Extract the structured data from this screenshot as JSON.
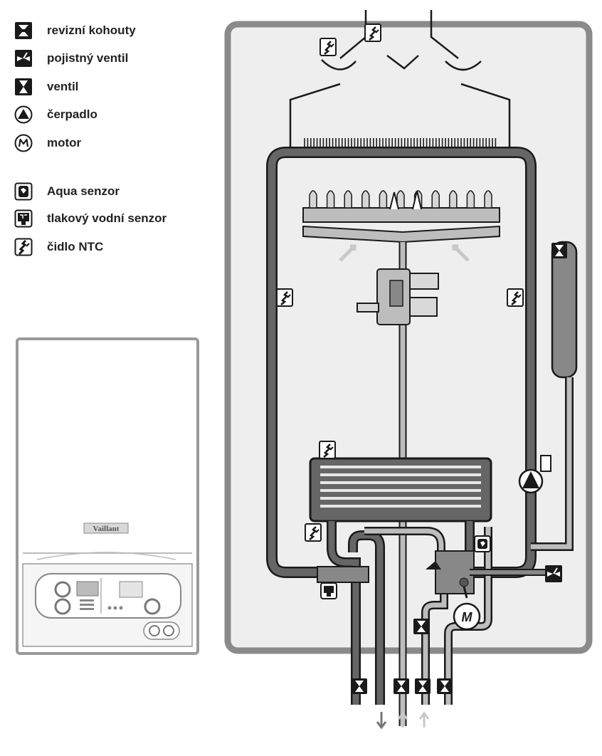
{
  "legend": {
    "items": [
      {
        "icon": "service-valve-icon",
        "label": "revizní kohouty"
      },
      {
        "icon": "safety-valve-icon",
        "label": "pojistný ventil"
      },
      {
        "icon": "valve-icon",
        "label": "ventil"
      },
      {
        "icon": "pump-icon",
        "label": "čerpadlo"
      },
      {
        "icon": "motor-icon",
        "label": "motor"
      },
      {
        "icon": "aqua-sensor-icon",
        "label": "Aqua senzor"
      },
      {
        "icon": "pressure-sensor-icon",
        "label": "tlakový vodní senzor"
      },
      {
        "icon": "ntc-sensor-icon",
        "label": "čidlo NTC"
      }
    ]
  },
  "boiler_front": {
    "brand": "Vaillant"
  },
  "scheme": {
    "motor_letter": "M",
    "colors": {
      "dark_pipe": "#666666",
      "light_pipe": "#bdbdbd",
      "outline": "#1a1a1a",
      "panel": "#eeeeee",
      "frame": "#8a8a8a",
      "arrow_light": "#c8c8c8",
      "arrow_dark": "#777777"
    }
  }
}
